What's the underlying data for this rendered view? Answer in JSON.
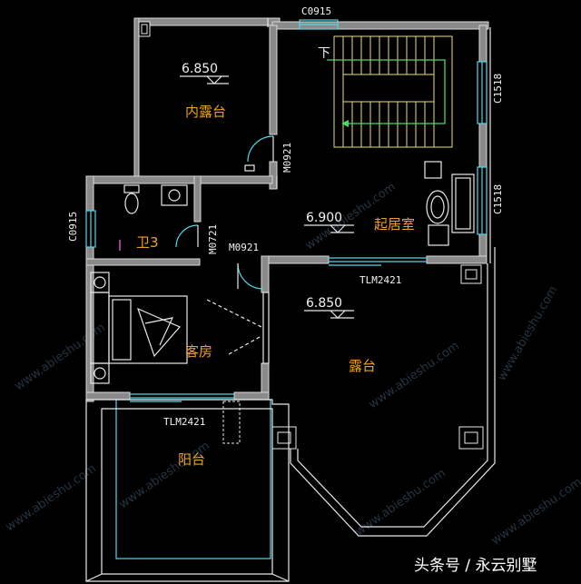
{
  "rooms": {
    "inner_terrace": "内露台",
    "living_room": "起居室",
    "bathroom": "卫3",
    "guest_room": "客房",
    "terrace": "露台",
    "balcony": "阳台"
  },
  "elevations": {
    "inner_terrace": "6.850",
    "living_room": "6.900",
    "terrace": "6.850"
  },
  "tags": {
    "window_top": "C0915",
    "window_left": "C0915",
    "window_right_1": "C1518",
    "window_right_2": "C1518",
    "door_m0921_vertical": "M0921",
    "door_m0721": "M0721",
    "door_m0921": "M0921",
    "sliding_door_1": "TLM2421",
    "sliding_door_2": "TLM2421"
  },
  "stair_arrow": "下",
  "watermark": "www.abieshu.com",
  "watermark_brand": "永云别墅",
  "credit": "头条号 / 永云别墅",
  "colors": {
    "background": "#000000",
    "room_label": "#f0a020",
    "wall_fill": "#8a8a8a",
    "window_line": "#4fd8e8",
    "stair_line": "#e8e070",
    "stair_arrow_line": "#4bd86a"
  }
}
